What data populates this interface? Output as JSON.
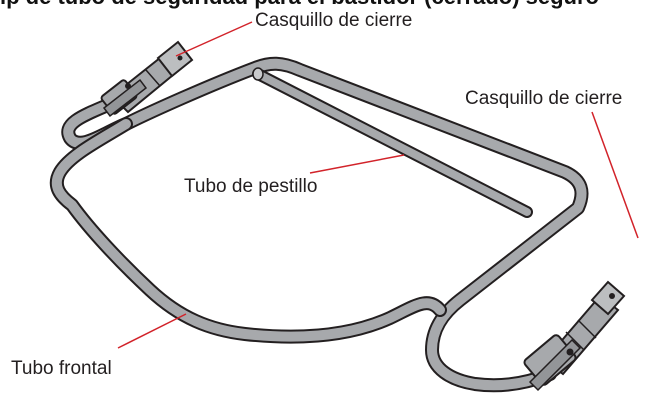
{
  "header_fragment": "ip de tubo de seguridad para el bastidor (cerrado) seguro",
  "labels": {
    "lock_sleeve_top": "Casquillo de cierre",
    "lock_sleeve_right": "Casquillo de cierre",
    "latch_tube": "Tubo de pestillo",
    "front_tube": "Tubo frontal"
  },
  "colors": {
    "tube_fill": "#a7a9ac",
    "tube_outline": "#231f20",
    "leader_line": "#d2232a",
    "text": "#231f20"
  }
}
